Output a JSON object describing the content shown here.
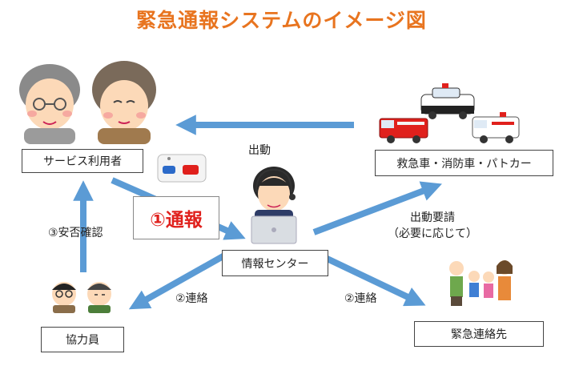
{
  "title": "緊急通報システムのイメージ図",
  "nodes": {
    "user": "サービス利用者",
    "center": "情報センター",
    "emergency_vehicles": "救急車・消防車・パトカー",
    "cooperator": "協力員",
    "emergency_contact": "緊急連絡先"
  },
  "flows": {
    "report": "①通報",
    "dispatch": "出動",
    "dispatch_request_line1": "出動要請",
    "dispatch_request_line2": "（必要に応じて）",
    "contact_cooperator": "②連絡",
    "contact_family": "②連絡",
    "safety_check": "③安否確認"
  },
  "colors": {
    "title": "#e8741f",
    "arrow": "#5b9bd5",
    "report_text": "#e0201c"
  }
}
